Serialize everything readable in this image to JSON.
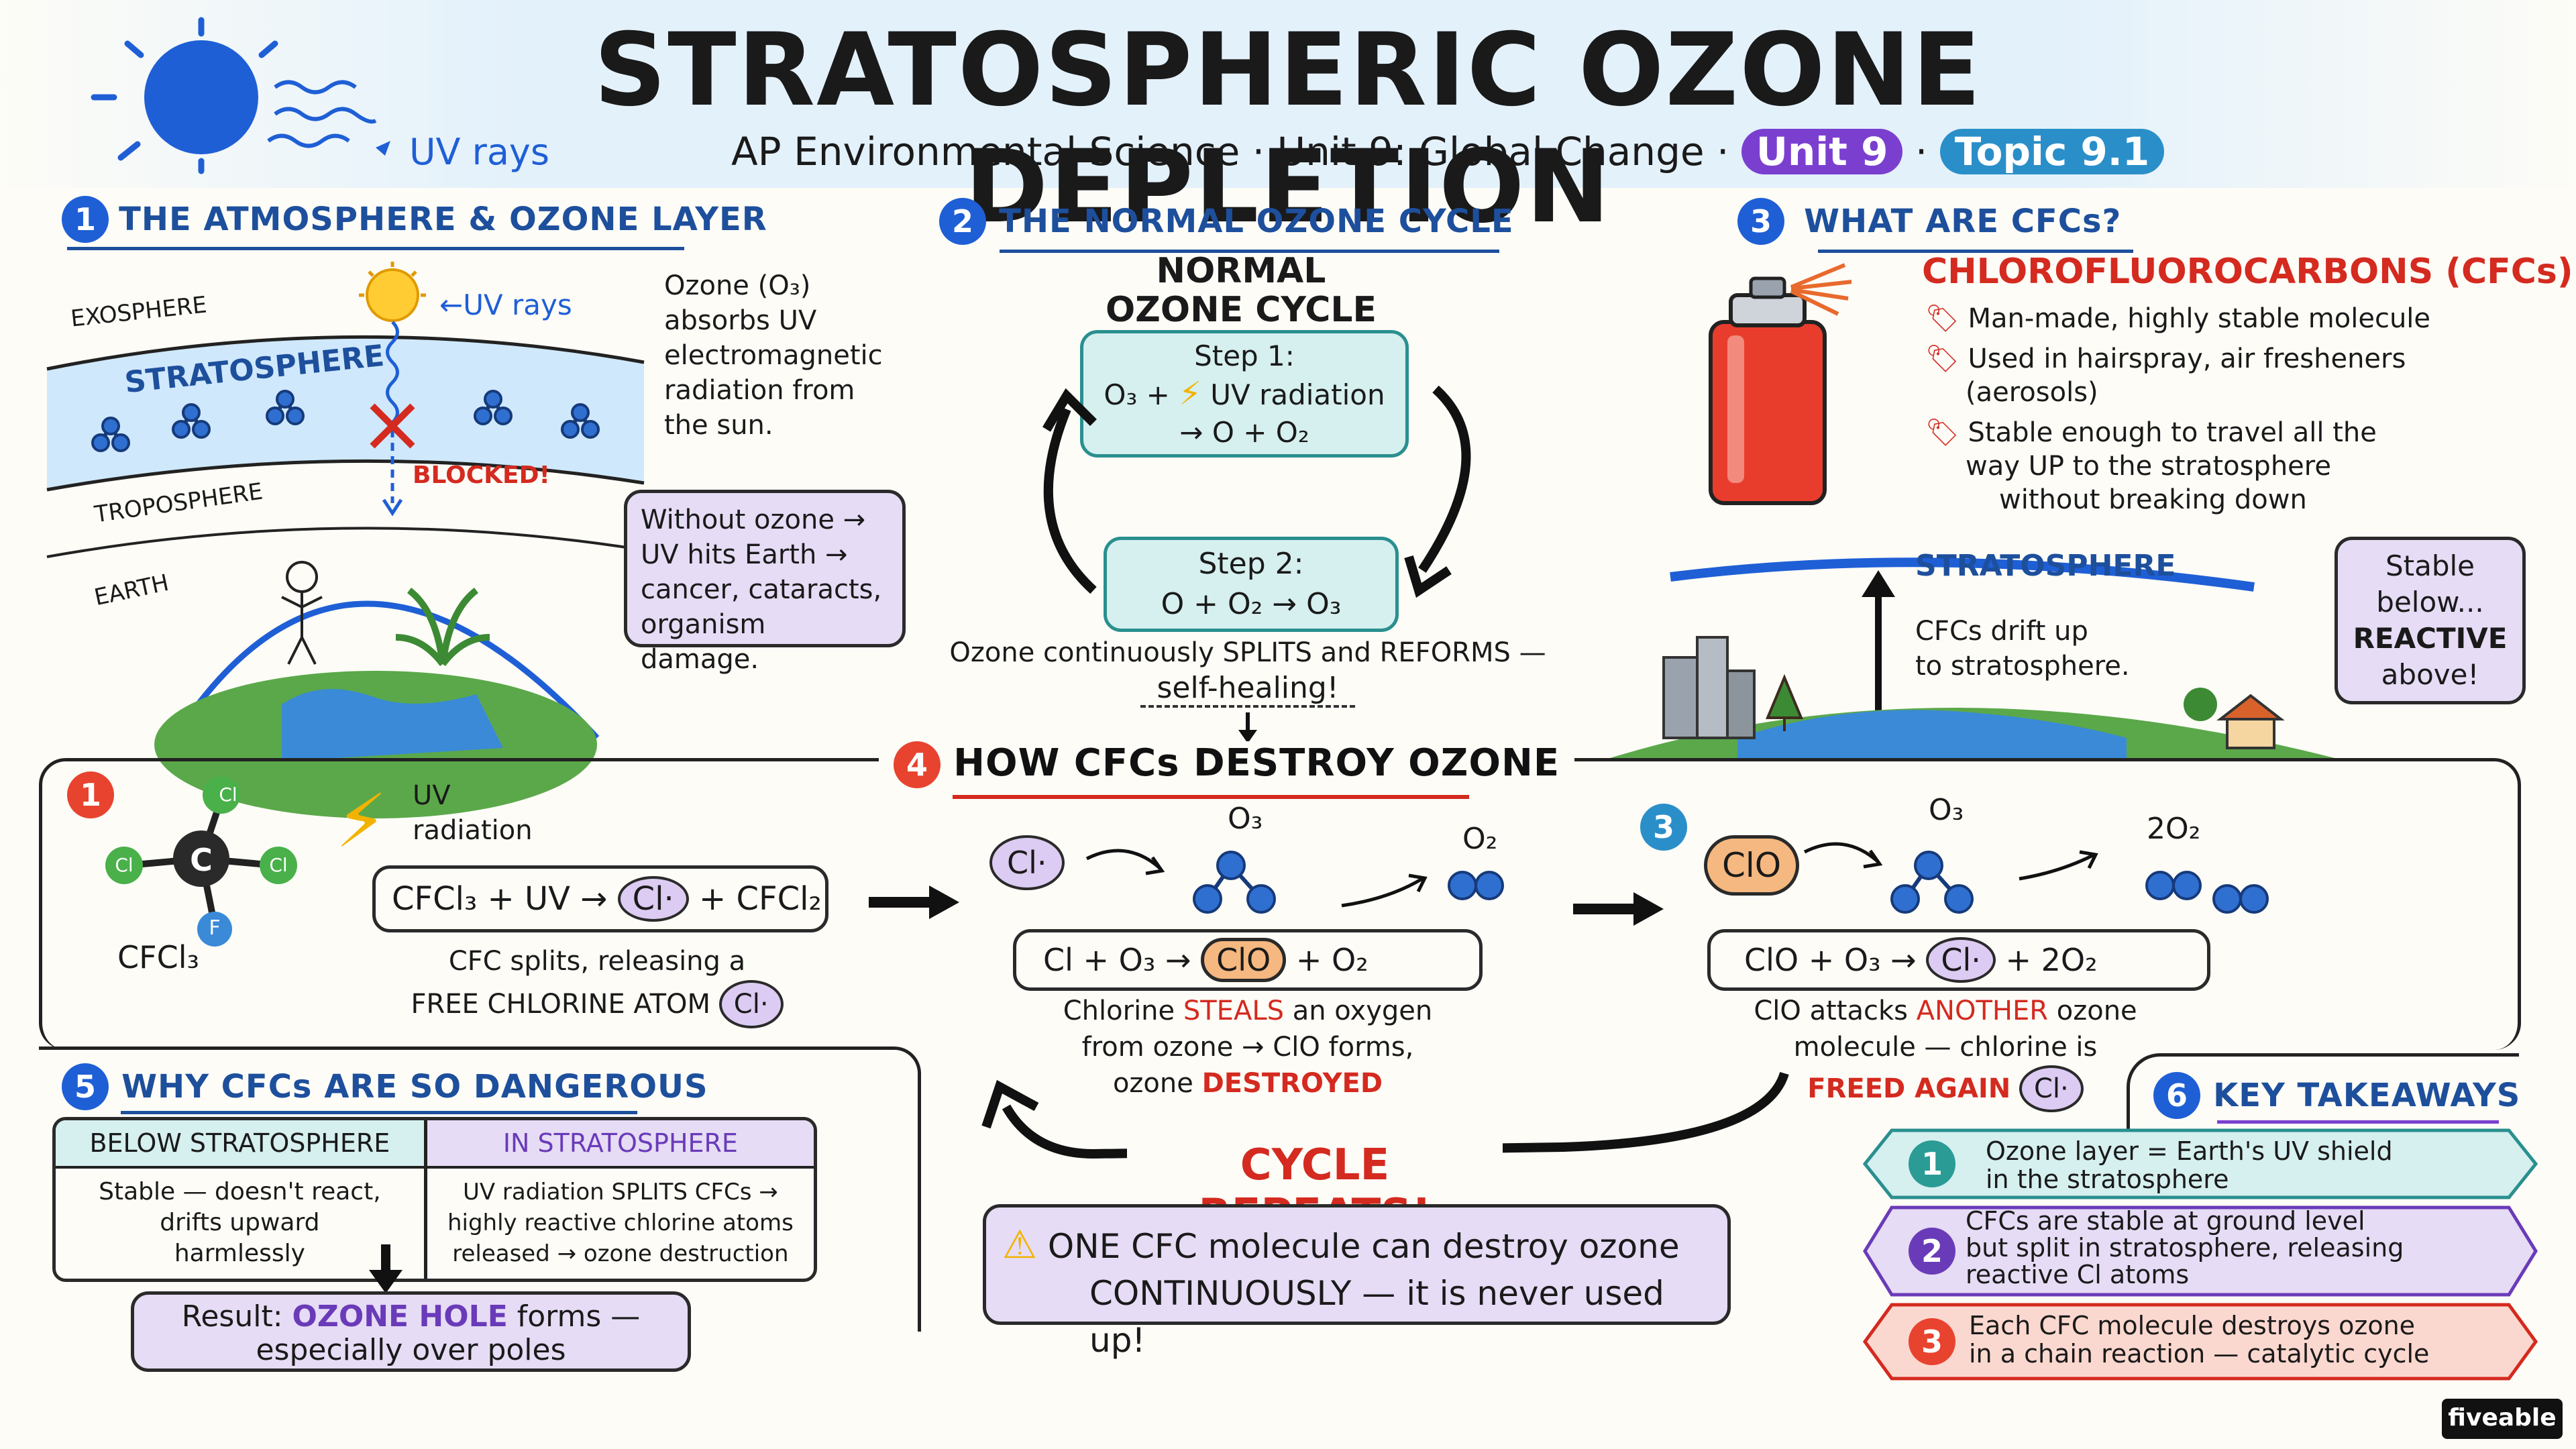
{
  "header": {
    "title": "STRATOSPHERIC OZONE DEPLETION",
    "subtitle": "AP Environmental Science · Unit 9: Global Change ·",
    "unit_badge": "Unit 9",
    "topic_badge": "Topic 9.1",
    "uv_label": "UV rays"
  },
  "sections": {
    "s1": {
      "num": "1",
      "title": "THE ATMOSPHERE & OZONE LAYER",
      "layers": [
        "EXOSPHERE",
        "STRATOSPHERE",
        "TROPOSPHERE",
        "EARTH"
      ],
      "uv_label": "←UV rays",
      "blocked": "BLOCKED!",
      "ozone_text_1": "Ozone (O₃)",
      "ozone_text_2": "absorbs UV",
      "ozone_text_3": "electromagnetic",
      "ozone_text_4": "radiation from",
      "ozone_text_5": "the sun.",
      "callout_1": "Without ozone →",
      "callout_2": "UV hits Earth →",
      "callout_3": "cancer, cataracts,",
      "callout_4": "organism damage."
    },
    "s2": {
      "num": "2",
      "title": "THE NORMAL OZONE CYCLE",
      "cycle_title_1": "NORMAL",
      "cycle_title_2": "OZONE CYCLE",
      "step1_label": "Step 1:",
      "step1_line1_a": "O₃ +",
      "step1_line1_b": "UV radiation",
      "step1_line2": "→ O + O₂",
      "step2_label": "Step 2:",
      "step2_line": "O + O₂ → O₃",
      "caption": "Ozone continuously SPLITS and REFORMS —",
      "self_healing": "self-healing!"
    },
    "s3": {
      "num": "3",
      "title": "WHAT ARE CFCs?",
      "heading": "CHLOROFLUOROCARBONS (CFCs)",
      "bullets": [
        {
          "l1": "Man-made, highly stable molecule",
          "l2": "",
          "l3": ""
        },
        {
          "l1": "Used in hairspray, air fresheners",
          "l2": "(aerosols)",
          "l3": ""
        },
        {
          "l1": "Stable enough to travel all the",
          "l2": "way UP to the stratosphere",
          "l3": "without breaking down"
        }
      ],
      "strat_label": "STRATOSPHERE",
      "drift_1": "CFCs drift up",
      "drift_2": "to stratosphere.",
      "callout_1": "Stable",
      "callout_2": "below...",
      "callout_3": "REACTIVE",
      "callout_4": "above!"
    },
    "s4": {
      "num": "4",
      "title": "HOW CFCs DESTROY OZONE",
      "step1": {
        "num": "1",
        "cfc_label": "CFCl₃",
        "atoms": {
          "cl": "Cl",
          "c": "C",
          "f": "F"
        },
        "uv_1": "UV",
        "uv_2": "radiation",
        "eq_a": "CFCl₃ + UV →",
        "eq_cl": "Cl·",
        "eq_b": "+ CFCl₂",
        "cap_1": "CFC splits, releasing a",
        "cap_2": "FREE CHLORINE ATOM",
        "cap_cl": "Cl·"
      },
      "step2": {
        "cl": "Cl·",
        "o3": "O₃",
        "o2": "O₂",
        "eq_a": "Cl + O₃ →",
        "eq_clo": "ClO",
        "eq_b": "+ O₂",
        "cap_1a": "Chlorine ",
        "cap_1b": "STEALS",
        "cap_1c": " an oxygen",
        "cap_2": "from ozone → ClO forms,",
        "cap_3a": "ozone ",
        "cap_3b": "DESTROYED"
      },
      "step3": {
        "num": "3",
        "clo": "ClO",
        "o3": "O₃",
        "o2": "2O₂",
        "eq_a": "ClO + O₃ →",
        "eq_cl": "Cl·",
        "eq_b": "+ 2O₂",
        "cap_1a": "ClO attacks ",
        "cap_1b": "ANOTHER",
        "cap_1c": " ozone",
        "cap_2": "molecule — chlorine is",
        "cap_3": "FREED AGAIN",
        "cap_cl": "Cl·"
      },
      "repeat": "CYCLE REPEATS!",
      "warning_1": "ONE CFC molecule can destroy ozone",
      "warning_2": "CONTINUOUSLY — it is never used up!"
    },
    "s5": {
      "num": "5",
      "title": "WHY CFCs ARE SO DANGEROUS",
      "col1_head": "BELOW STRATOSPHERE",
      "col1_1": "Stable — doesn't react,",
      "col1_2": "drifts upward",
      "col1_3": "harmlessly",
      "col2_head": "IN STRATOSPHERE",
      "col2_1": "UV radiation SPLITS CFCs →",
      "col2_2": "highly reactive chlorine atoms",
      "col2_3": "released → ozone destruction",
      "result_a": "Result: ",
      "result_b": "OZONE HOLE",
      "result_c": " forms —",
      "result_2": "especially over poles"
    },
    "s6": {
      "num": "6",
      "title": "KEY TAKEAWAYS",
      "items": [
        {
          "num": "1",
          "l1": "Ozone layer = Earth's UV shield",
          "l2": "in the stratosphere",
          "l3": ""
        },
        {
          "num": "2",
          "l1": "CFCs are stable at ground level",
          "l2": "but split in stratosphere, releasing",
          "l3": "reactive Cl atoms"
        },
        {
          "num": "3",
          "l1": "Each CFC molecule destroys ozone",
          "l2": "in a chain reaction — catalytic cycle",
          "l3": ""
        }
      ]
    }
  },
  "brand": "fiveable",
  "colors": {
    "title_blue": "#1d4f9c",
    "red": "#d42a1f",
    "purple_badge": "#7b3fd0",
    "teal_badge": "#2a8fc9",
    "teal_box": "#d6efef",
    "lilac_box": "#e6dcf5",
    "orange_clo": "#f5b880",
    "sky": "#dcefff"
  }
}
